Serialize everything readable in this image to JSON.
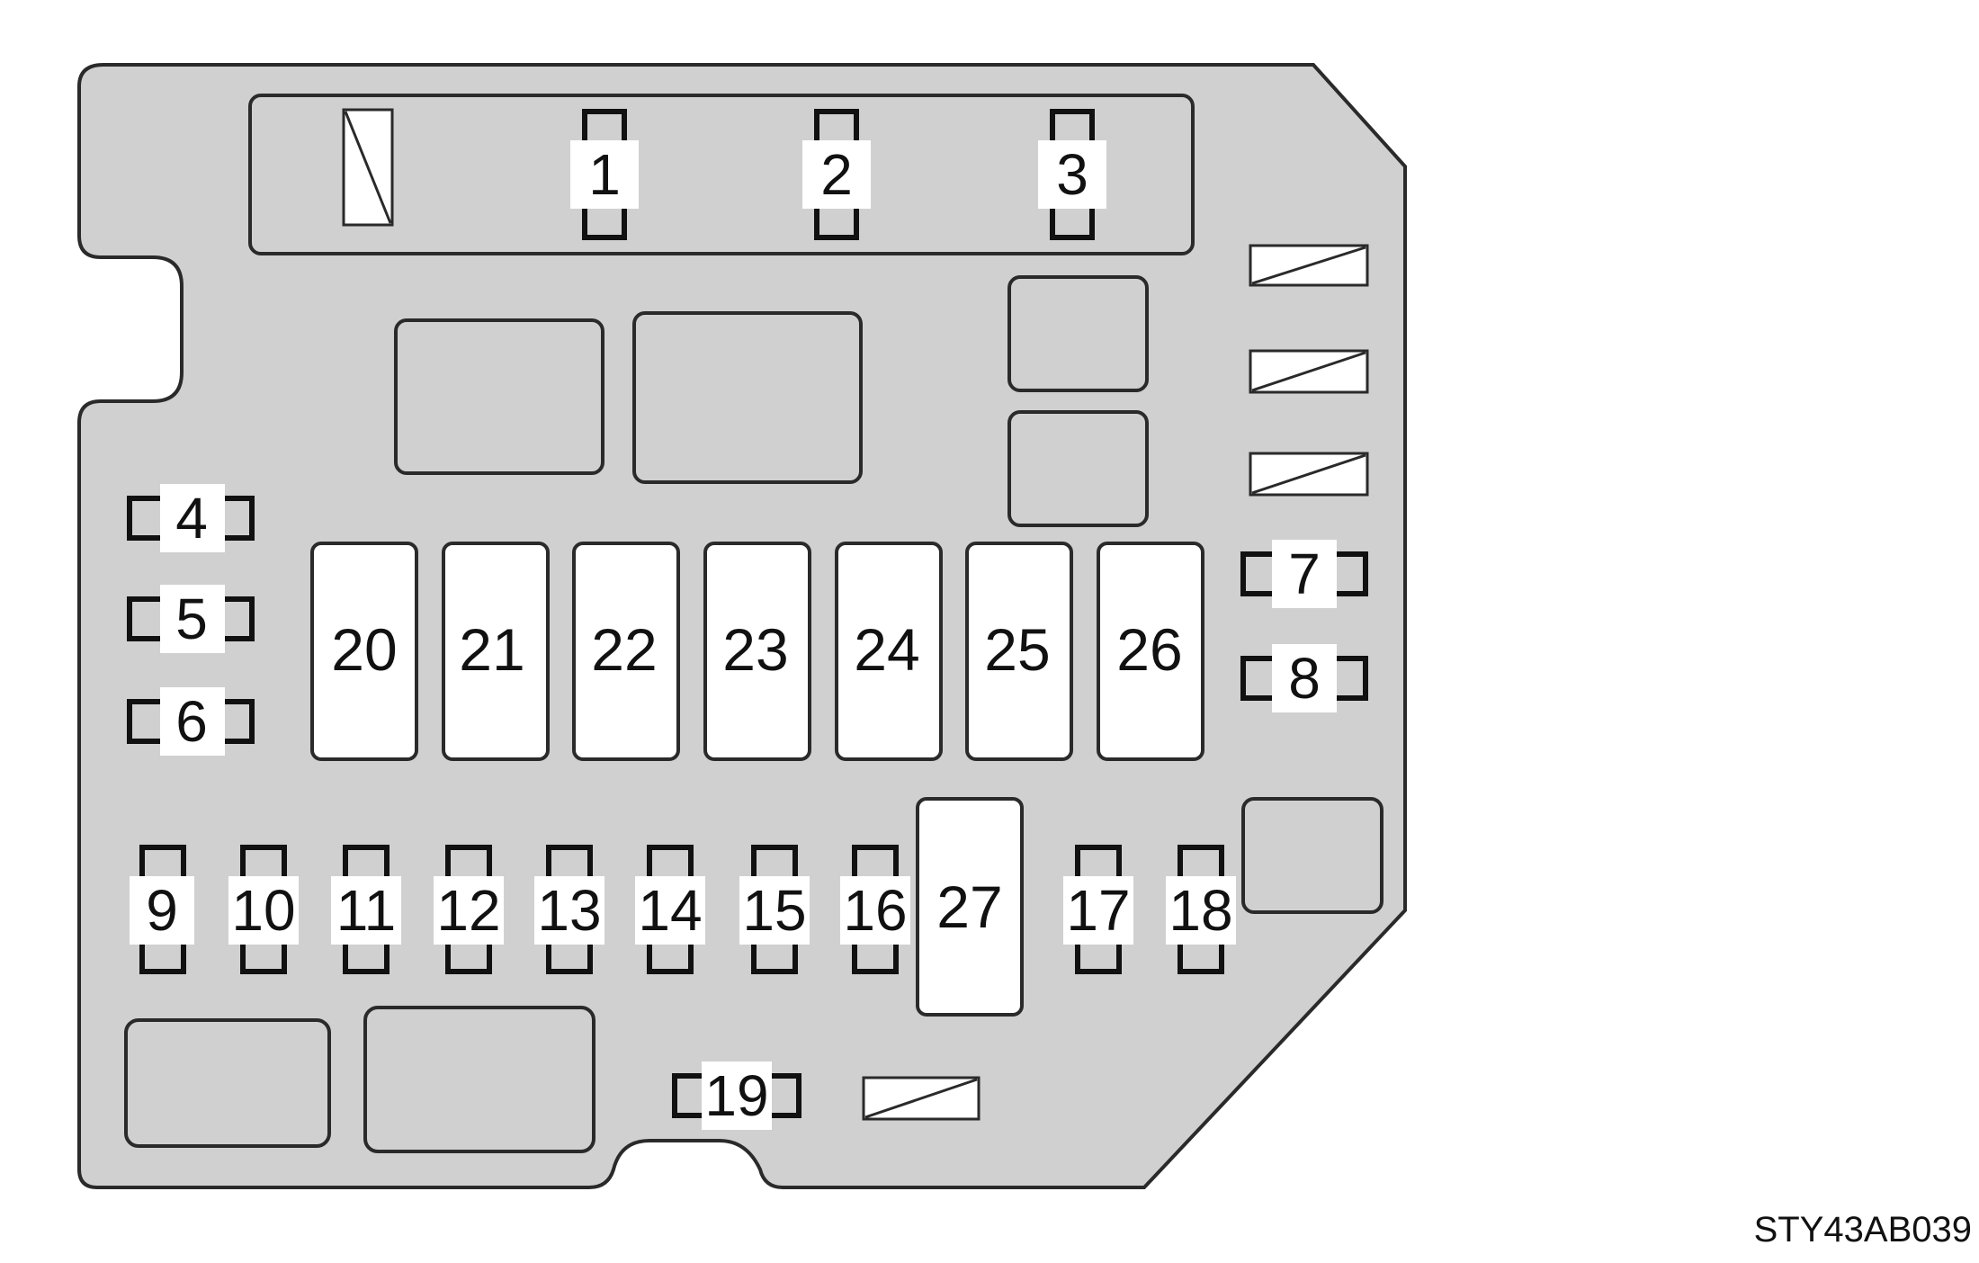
{
  "figure_code": "STY43AB039",
  "fuses": {
    "f1": "1",
    "f2": "2",
    "f3": "3",
    "f4": "4",
    "f5": "5",
    "f6": "6",
    "f7": "7",
    "f8": "8",
    "f9": "9",
    "f10": "10",
    "f11": "11",
    "f12": "12",
    "f13": "13",
    "f14": "14",
    "f15": "15",
    "f16": "16",
    "f17": "17",
    "f18": "18",
    "f19": "19",
    "f20": "20",
    "f21": "21",
    "f22": "22",
    "f23": "23",
    "f24": "24",
    "f25": "25",
    "f26": "26",
    "f27": "27"
  },
  "colors": {
    "housing": "#d0d0d0",
    "fuse_face": "#ffffff",
    "outline": "#2a2a2a"
  }
}
